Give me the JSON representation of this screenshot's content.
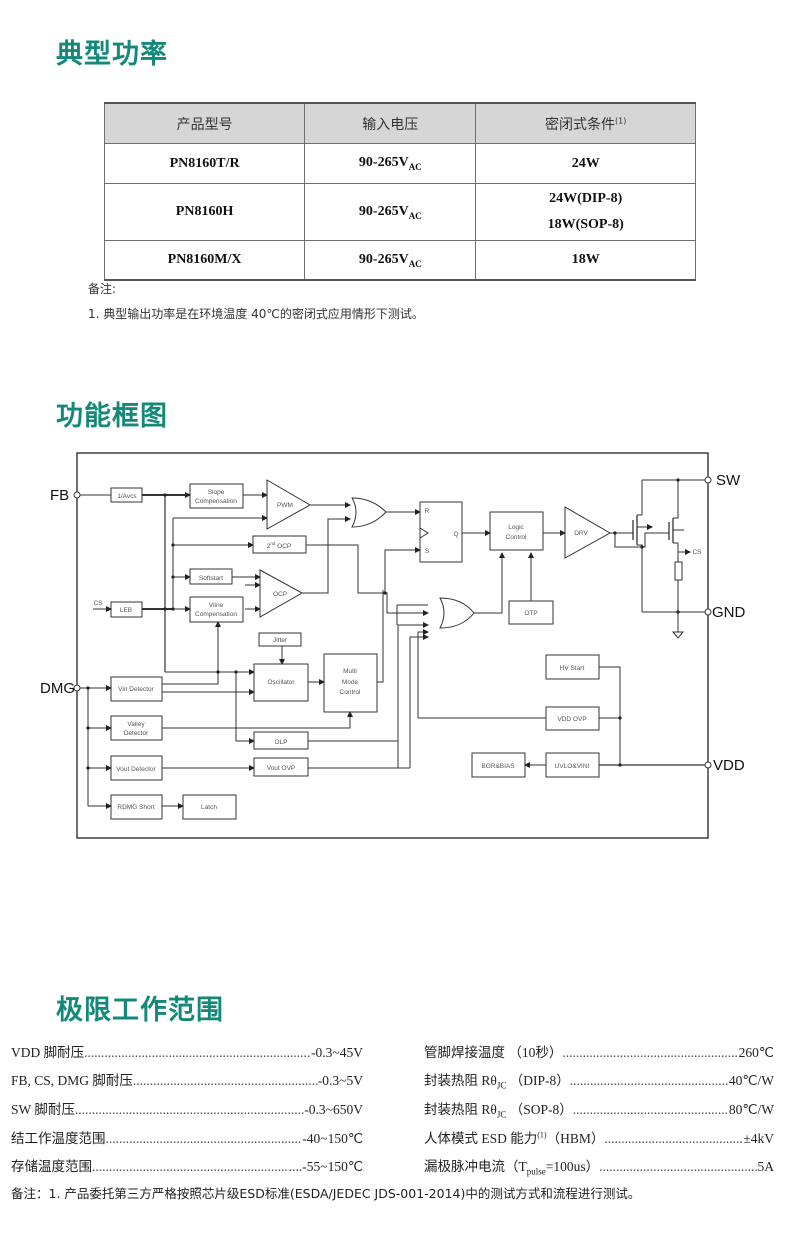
{
  "sections": {
    "typical_power": "典型功率",
    "block_diagram": "功能框图",
    "limits": "极限工作范围"
  },
  "power_table": {
    "headers": [
      "产品型号",
      "输入电压",
      "密闭式条件"
    ],
    "header_superscript": "(1)",
    "voltage_subscript": "AC",
    "rows": [
      {
        "model": "PN8160T/R",
        "voltage": "90-265V",
        "power": [
          "24W"
        ]
      },
      {
        "model": "PN8160H",
        "voltage": "90-265V",
        "power": [
          "24W(DIP-8)",
          "18W(SOP-8)"
        ]
      },
      {
        "model": "PN8160M/X",
        "voltage": "90-265V",
        "power": [
          "18W"
        ]
      }
    ],
    "note_label": "备注:",
    "note_text": "1. 典型输出功率是在环境温度 40℃的密闭式应用情形下测试。"
  },
  "diagram": {
    "pins": {
      "fb": "FB",
      "dmg": "DMG",
      "sw": "SW",
      "gnd": "GND",
      "vdd": "VDD",
      "cs_in": "CS",
      "cs_out": "CS"
    },
    "blocks": {
      "avcs": "1/Avcs",
      "slope1": "Slope",
      "slope2": "Compensation",
      "pwm": "PWM",
      "ocp2_a": "2",
      "ocp2_sup": "nd",
      "ocp2_b": " OCP",
      "softstart": "Softstart",
      "ocp": "OCP",
      "leb": "LEB",
      "vline1": "Vline",
      "vline2": "Compensation",
      "jitter": "Jitter",
      "oscillator": "Oscillator",
      "mmc1": "Multi",
      "mmc2": "Mode",
      "mmc3": "Control",
      "vin_det": "Vin Detector",
      "valley1": "Valley",
      "valley2": "Detector",
      "vout_det": "Vout Detector",
      "olp": "OLP",
      "vout_ovp": "Vout OVP",
      "rdmg": "RDMG Short",
      "latch": "Latch",
      "ff_r": "R",
      "ff_s": "S",
      "ff_q": "Q",
      "logic1": "Logic",
      "logic2": "Control",
      "drv": "DRV",
      "otp": "OTP",
      "hv_start": "HV Start",
      "vdd_ovp": "VDD OVP",
      "uvlo": "UVLO&VINI",
      "bgr": "BGR&BIAS"
    }
  },
  "limits": {
    "left": [
      {
        "label": "VDD  脚耐压",
        "value": "-0.3~45V"
      },
      {
        "label": "FB, CS, DMG 脚耐压",
        "value": "-0.3~5V"
      },
      {
        "label": "SW  脚耐压",
        "value": " -0.3~650V"
      },
      {
        "label": "结工作温度范围",
        "value": "-40~150℃"
      },
      {
        "label": "存储温度范围",
        "value": " ....-55~150℃"
      }
    ],
    "right": [
      {
        "label": "管脚焊接温度  （10秒）",
        "value": "260℃"
      },
      {
        "label_pre": "封装热阻 Rθ",
        "label_sub": "JC",
        "label_post": "  （DIP-8）",
        "value": "40℃/W"
      },
      {
        "label_pre": "封装热阻 Rθ",
        "label_sub": "JC",
        "label_post": "  （SOP-8）",
        "value": "80℃/W"
      },
      {
        "label_pre": "人体模式 ESD  能力",
        "label_sup": "(1)",
        "label_post": "（HBM）",
        "value": " ±4kV"
      },
      {
        "label_pre": "漏极脉冲电流（T",
        "label_sub": "pulse",
        "label_post": "=100us）",
        "value": "5A"
      }
    ],
    "footnote": "备注：1.  产品委托第三方严格按照芯片级ESD标准(ESDA/JEDEC JDS-001-2014)中的测试方式和流程进行测试。"
  }
}
